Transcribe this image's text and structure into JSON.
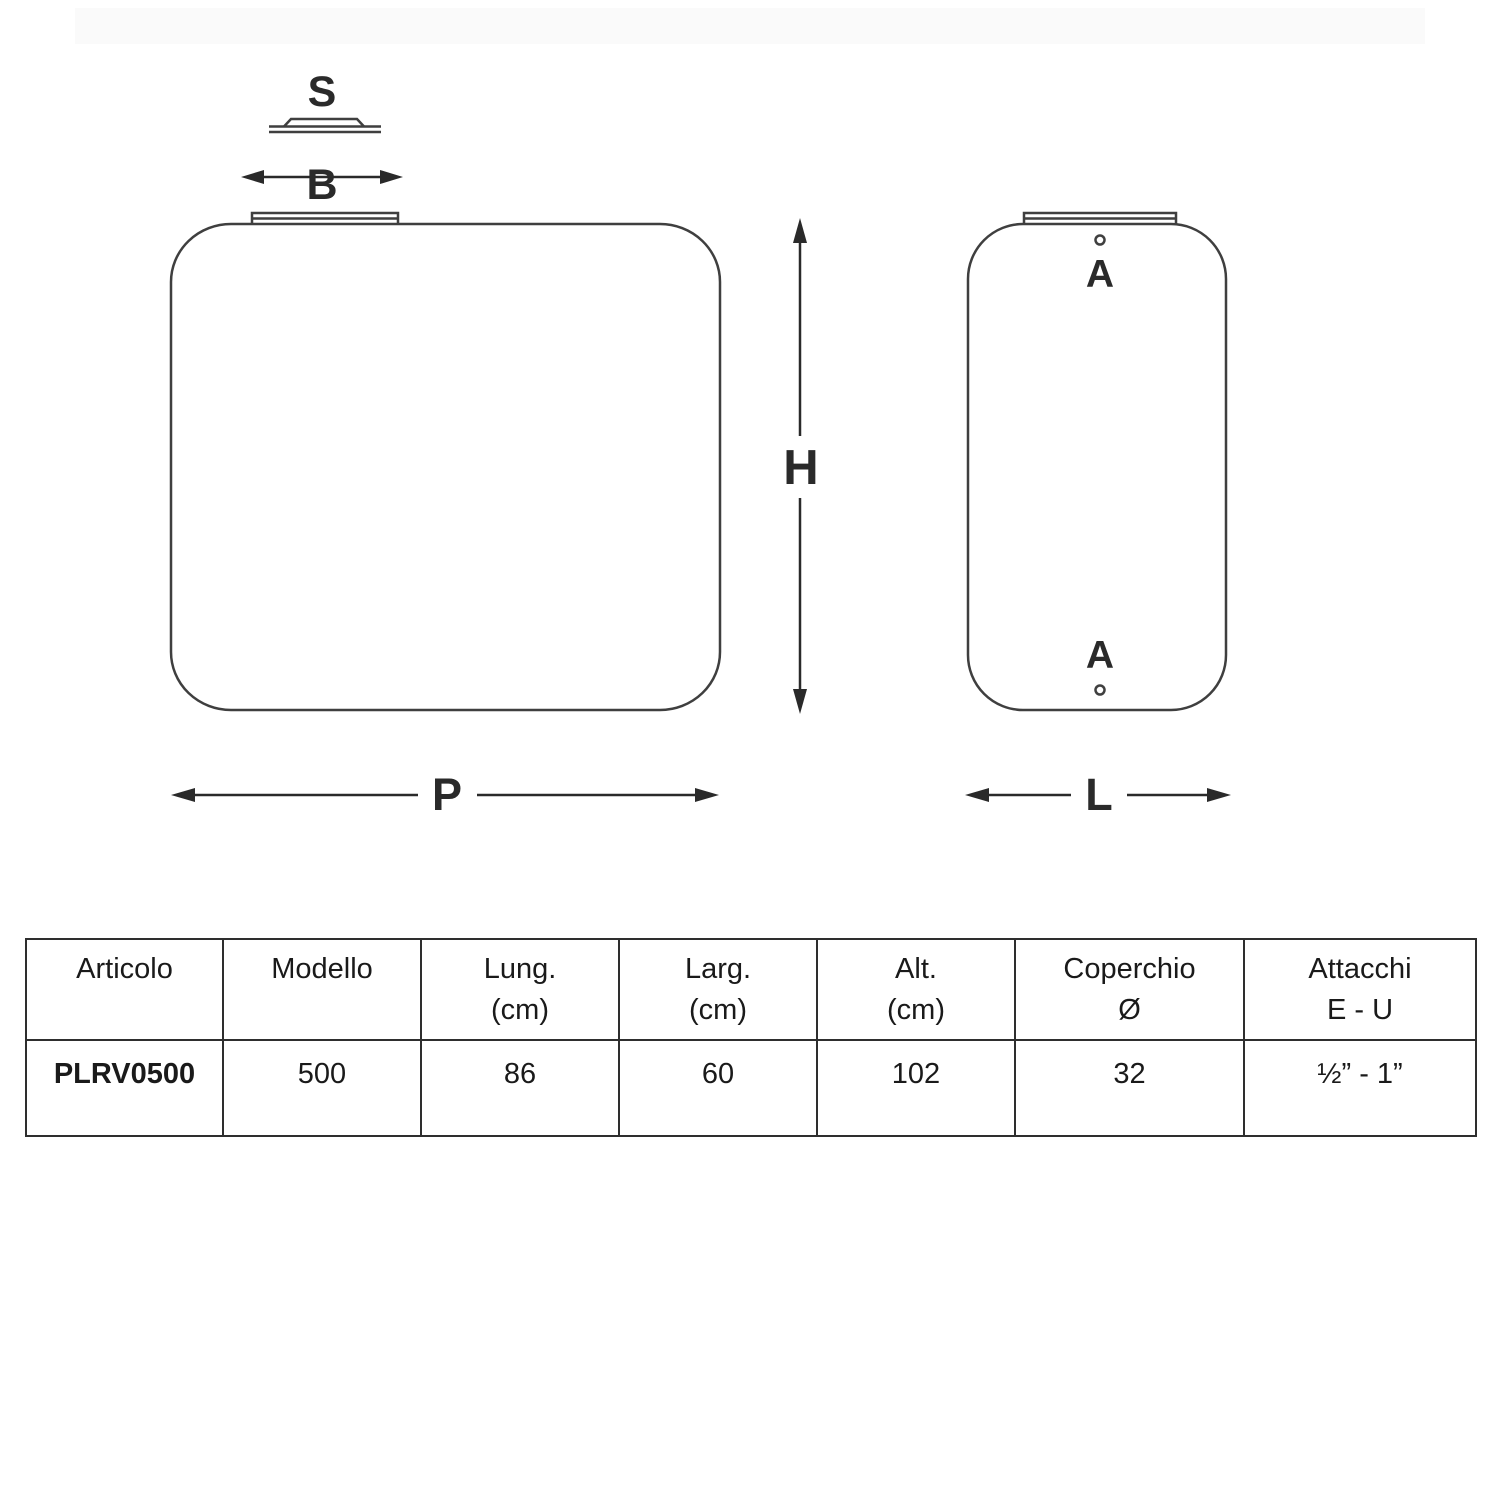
{
  "diagram": {
    "labels": {
      "s": "S",
      "b": "B",
      "h": "H",
      "p": "P",
      "a_top": "A",
      "a_bottom": "A",
      "l": "L"
    },
    "line_color": "#3f3f3f",
    "arrow_color": "#2a2a2a"
  },
  "table": {
    "headers": [
      {
        "line1": "Articolo",
        "line2": ""
      },
      {
        "line1": "Modello",
        "line2": ""
      },
      {
        "line1": "Lung.",
        "line2": "(cm)"
      },
      {
        "line1": "Larg.",
        "line2": "(cm)"
      },
      {
        "line1": "Alt.",
        "line2": "(cm)"
      },
      {
        "line1": "Coperchio",
        "line2": "Ø"
      },
      {
        "line1": "Attacchi",
        "line2": "E - U"
      }
    ],
    "row": {
      "articolo": "PLRV0500",
      "modello": "500",
      "lung": "86",
      "larg": "60",
      "alt": "102",
      "coperchio": "32",
      "attacchi": "½” - 1”"
    }
  }
}
